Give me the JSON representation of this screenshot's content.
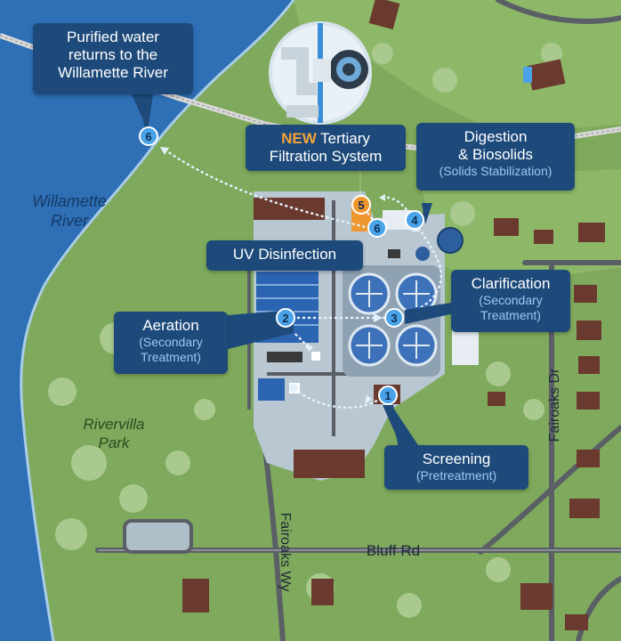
{
  "callouts": {
    "purified": {
      "line1": "Purified water",
      "line2": "returns to the",
      "line3": "Willamette River"
    },
    "tertiary": {
      "badge": "NEW",
      "line1": "Tertiary",
      "line2": "Filtration System"
    },
    "digestion": {
      "line1": "Digestion",
      "line2": "& Biosolids",
      "sub": "(Solids Stabilization)"
    },
    "uv": {
      "line1": "UV Disinfection"
    },
    "clarification": {
      "line1": "Clarification",
      "sub1": "(Secondary",
      "sub2": "Treatment)"
    },
    "aeration": {
      "line1": "Aeration",
      "sub1": "(Secondary",
      "sub2": "Treatment)"
    },
    "screening": {
      "line1": "Screening",
      "sub": "(Pretreatment)"
    }
  },
  "markers": {
    "m1": "1",
    "m2": "2",
    "m3": "3",
    "m4": "4",
    "m5": "5",
    "m6a": "6",
    "m6b": "6"
  },
  "places": {
    "river_line1": "Willamette",
    "river_line2": "River",
    "park_line1": "Rivervilla",
    "park_line2": "Park",
    "bluff_rd": "Bluff Rd",
    "fairoaks_wy": "Fairoaks Wy",
    "fairoaks_dr": "Fairoaks Dr"
  },
  "colors": {
    "water": "#2e6fb5",
    "land": "#7fa95c",
    "callout": "#1d4a7a",
    "marker": "#4aa3e8",
    "new_marker": "#f0962e",
    "building": "#6b3a2e"
  }
}
